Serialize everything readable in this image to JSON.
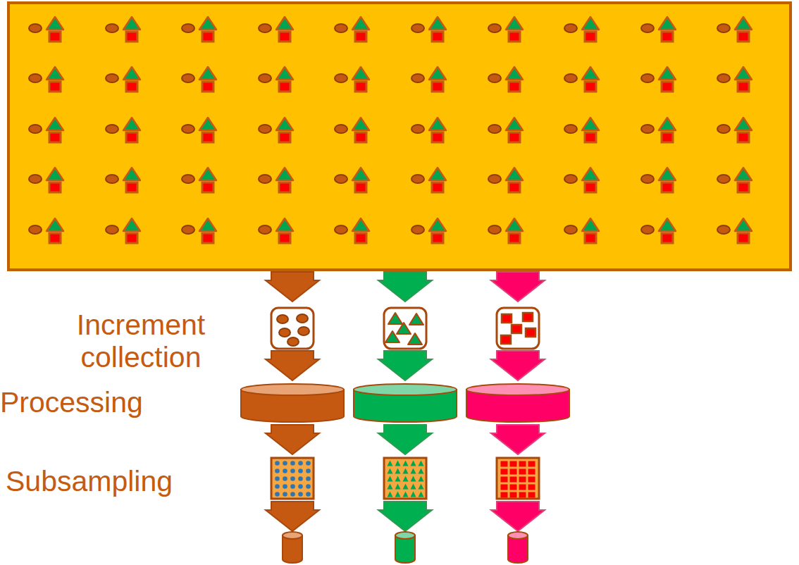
{
  "diagram": {
    "labels": [
      "Increment collection",
      "Processing",
      "Subsampling"
    ]
  }
}
